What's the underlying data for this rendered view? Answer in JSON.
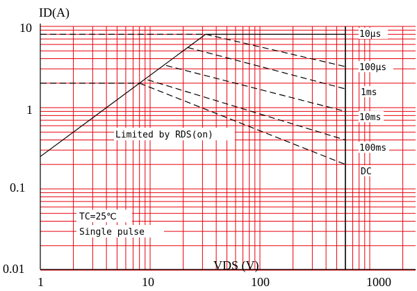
{
  "chart_data": {
    "type": "line",
    "title": "",
    "xlabel": "VDS (V)",
    "ylabel": "ID(A)",
    "x_scale": "log",
    "y_scale": "log",
    "xlim": [
      1,
      2000
    ],
    "ylim": [
      0.01,
      10
    ],
    "grid": true,
    "x_ticks": [
      "1",
      "10",
      "100",
      "1000"
    ],
    "y_ticks": [
      "10",
      "1",
      "0.1",
      "0.01"
    ],
    "colors": {
      "grid": "#e8000b",
      "lines": "#000000",
      "background": "#ffffff"
    },
    "rds_limit": {
      "label": "Limited by RDS(on)",
      "points": [
        [
          1,
          0.25
        ],
        [
          32,
          8
        ]
      ]
    },
    "current_limits": [
      {
        "id": 8,
        "x": [
          1,
          32
        ]
      },
      {
        "id": 2,
        "x": [
          1,
          8
        ]
      }
    ],
    "vds_max": 600,
    "series": [
      {
        "name": "10μs",
        "points": [
          [
            32,
            8
          ],
          [
            600,
            8
          ]
        ]
      },
      {
        "name": "100μs",
        "points": [
          [
            32,
            8
          ],
          [
            600,
            3.2
          ]
        ]
      },
      {
        "name": "1ms",
        "points": [
          [
            22,
            5.5
          ],
          [
            600,
            1.7
          ]
        ]
      },
      {
        "name": "10ms",
        "points": [
          [
            14,
            3.3
          ],
          [
            600,
            0.9
          ]
        ]
      },
      {
        "name": "100ms",
        "points": [
          [
            9.5,
            2.2
          ],
          [
            600,
            0.4
          ]
        ]
      },
      {
        "name": "DC",
        "points": [
          [
            8,
            2
          ],
          [
            600,
            0.2
          ]
        ]
      }
    ],
    "annotations": [
      "TC=25℃",
      "Single pulse"
    ]
  }
}
